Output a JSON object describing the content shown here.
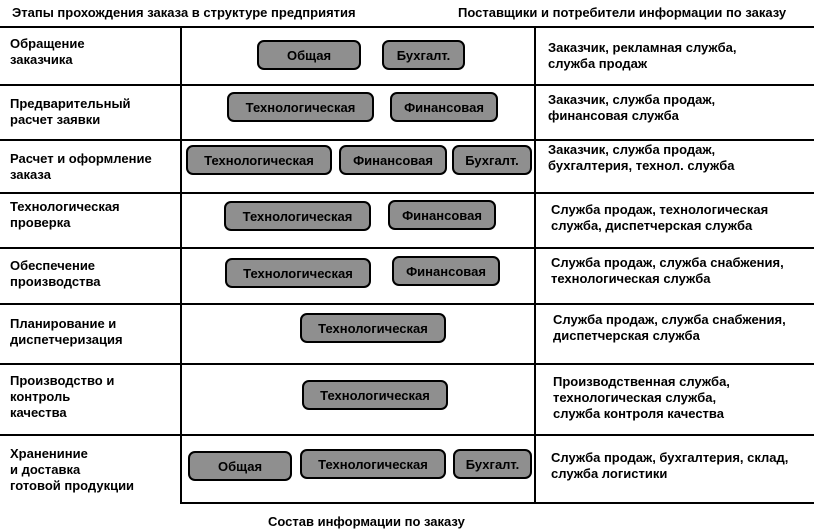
{
  "header": {
    "stages_title": "Этапы прохождения заказа в структуре предприятия",
    "suppliers_title": "Поставщики и потребители информации по заказу"
  },
  "caption": "Состав информации по заказу",
  "rows": [
    {
      "stage": "Обращение\nзаказчика",
      "info": [
        "Общая",
        "Бухгалт."
      ],
      "consumers": "Заказчик, рекламная служба,\nслужба продаж"
    },
    {
      "stage": "Предварительный\nрасчет заявки",
      "info": [
        "Технологическая",
        "Финансовая"
      ],
      "consumers": "Заказчик, служба продаж,\nфинансовая служба"
    },
    {
      "stage": "Расчет и оформление\n заказа",
      "info": [
        "Технологическая",
        "Финансовая",
        "Бухгалт."
      ],
      "consumers": "Заказчик, служба продаж,\nбухгалтерия, технол. служба"
    },
    {
      "stage": "Технологическая\nпроверка",
      "info": [
        "Технологическая",
        "Финансовая"
      ],
      "consumers": "Служба продаж, технологическая\nслужба, диспетчерская служба"
    },
    {
      "stage": "Обеспечение\nпроизводства",
      "info": [
        "Технологическая",
        "Финансовая"
      ],
      "consumers": "Служба продаж, служба снабжения,\nтехнологическая служба"
    },
    {
      "stage": "Планирование и\nдиспетчеризация",
      "info": [
        "Технологическая"
      ],
      "consumers": "Служба продаж, служба снабжения,\nдиспетчерская служба"
    },
    {
      "stage": "Производство и\nконтроль\nкачества",
      "info": [
        "Технологическая"
      ],
      "consumers": "Производственная служба,\nтехнологическая служба,\nслужба контроля качества"
    },
    {
      "stage": "Хранениние\nи доставка\nготовой продукции",
      "info": [
        "Общая",
        "Технологическая",
        "Бухгалт."
      ],
      "consumers": "Служба продаж, бухгалтерия, склад,\nслужба логистики"
    }
  ]
}
